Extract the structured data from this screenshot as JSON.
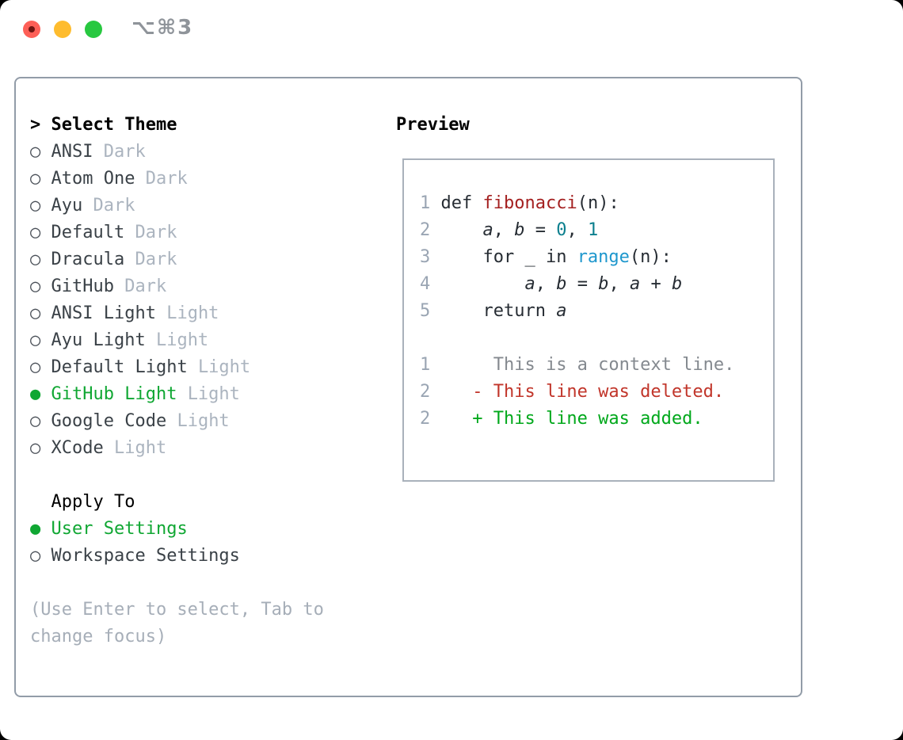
{
  "window": {
    "shortcut": "⌥⌘3"
  },
  "theme_picker": {
    "prompt": ">",
    "title": "Select Theme",
    "themes": [
      {
        "bullet": "○",
        "label": "ANSI",
        "tag": "Dark",
        "selected": false
      },
      {
        "bullet": "○",
        "label": "Atom One",
        "tag": "Dark",
        "selected": false
      },
      {
        "bullet": "○",
        "label": "Ayu",
        "tag": "Dark",
        "selected": false
      },
      {
        "bullet": "○",
        "label": "Default",
        "tag": "Dark",
        "selected": false
      },
      {
        "bullet": "○",
        "label": "Dracula",
        "tag": "Dark",
        "selected": false
      },
      {
        "bullet": "○",
        "label": "GitHub",
        "tag": "Dark",
        "selected": false
      },
      {
        "bullet": "○",
        "label": "ANSI Light",
        "tag": "Light",
        "selected": false
      },
      {
        "bullet": "○",
        "label": "Ayu Light",
        "tag": "Light",
        "selected": false
      },
      {
        "bullet": "○",
        "label": "Default Light",
        "tag": "Light",
        "selected": false
      },
      {
        "bullet": "●",
        "label": "GitHub Light",
        "tag": "Light",
        "selected": true
      },
      {
        "bullet": "○",
        "label": "Google Code",
        "tag": "Light",
        "selected": false
      },
      {
        "bullet": "○",
        "label": "XCode",
        "tag": "Light",
        "selected": false
      }
    ],
    "apply_to": {
      "title": "Apply To",
      "options": [
        {
          "bullet": "●",
          "label": "User Settings",
          "selected": true
        },
        {
          "bullet": "○",
          "label": "Workspace Settings",
          "selected": false
        }
      ]
    },
    "hint_lines": [
      "(Use Enter to select, Tab to",
      "change focus)"
    ]
  },
  "preview": {
    "title": "Preview",
    "code_lines": [
      {
        "segments": [
          {
            "t": "1 ",
            "c": "num"
          },
          {
            "t": "def ",
            "c": "code"
          },
          {
            "t": "fibonacci",
            "c": "fn"
          },
          {
            "t": "(n):",
            "c": "code"
          }
        ]
      },
      {
        "segments": [
          {
            "t": "2 ",
            "c": "num"
          },
          {
            "t": "    ",
            "c": "code"
          },
          {
            "t": "a",
            "c": "var"
          },
          {
            "t": ", ",
            "c": "code"
          },
          {
            "t": "b",
            "c": "var"
          },
          {
            "t": " = ",
            "c": "code"
          },
          {
            "t": "0",
            "c": "lit"
          },
          {
            "t": ", ",
            "c": "code"
          },
          {
            "t": "1",
            "c": "lit"
          }
        ]
      },
      {
        "segments": [
          {
            "t": "3 ",
            "c": "num"
          },
          {
            "t": "    for _ in ",
            "c": "code"
          },
          {
            "t": "range",
            "c": "call"
          },
          {
            "t": "(n):",
            "c": "code"
          }
        ]
      },
      {
        "segments": [
          {
            "t": "4 ",
            "c": "num"
          },
          {
            "t": "        ",
            "c": "code"
          },
          {
            "t": "a",
            "c": "var"
          },
          {
            "t": ", ",
            "c": "code"
          },
          {
            "t": "b",
            "c": "var"
          },
          {
            "t": " = ",
            "c": "code"
          },
          {
            "t": "b",
            "c": "var"
          },
          {
            "t": ", ",
            "c": "code"
          },
          {
            "t": "a",
            "c": "var"
          },
          {
            "t": " + ",
            "c": "code"
          },
          {
            "t": "b",
            "c": "var"
          }
        ]
      },
      {
        "segments": [
          {
            "t": "5 ",
            "c": "num"
          },
          {
            "t": "    return ",
            "c": "code"
          },
          {
            "t": "a",
            "c": "var"
          }
        ]
      },
      {
        "segments": []
      },
      {
        "segments": [
          {
            "t": "1",
            "c": "num"
          },
          {
            "t": "      This is a context line.",
            "c": "ctx"
          }
        ]
      },
      {
        "segments": [
          {
            "t": "2",
            "c": "num"
          },
          {
            "t": "    - This line was deleted.",
            "c": "del"
          }
        ]
      },
      {
        "segments": [
          {
            "t": "2",
            "c": "num"
          },
          {
            "t": "    + This line was added.",
            "c": "add"
          }
        ]
      }
    ]
  },
  "colors": {
    "selected_green": "#10a733",
    "added_green": "#00a81b",
    "deleted_red": "#c1352a",
    "function_red": "#a42020",
    "literal_teal": "#0b7f8e",
    "call_blue": "#1e97cd",
    "context_gray": "#84898f",
    "line_number_gray": "#9aa5b3",
    "tag_gray": "#abb4bf",
    "hint_gray": "#a6aeb8",
    "panel_border": "#929ca8",
    "preview_border": "#a9b1bb",
    "traffic_red": "#fd5f57",
    "traffic_yellow": "#febc2e",
    "traffic_green": "#28c840"
  }
}
